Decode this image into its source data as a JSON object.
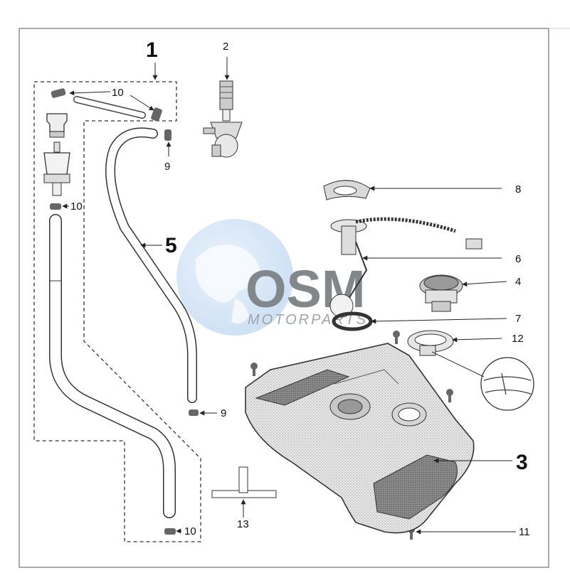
{
  "diagram": {
    "callouts": {
      "c1": "1",
      "c2": "2",
      "c3": "3",
      "c4": "4",
      "c5": "5",
      "c6": "6",
      "c7": "7",
      "c8": "8",
      "c9a": "9",
      "c9b": "9",
      "c10a": "10",
      "c10b": "10",
      "c10c": "10",
      "c11": "11",
      "c12": "12",
      "c13": "13"
    },
    "watermark": {
      "logo": "OSM",
      "sub": "MOTORPARTS"
    }
  }
}
